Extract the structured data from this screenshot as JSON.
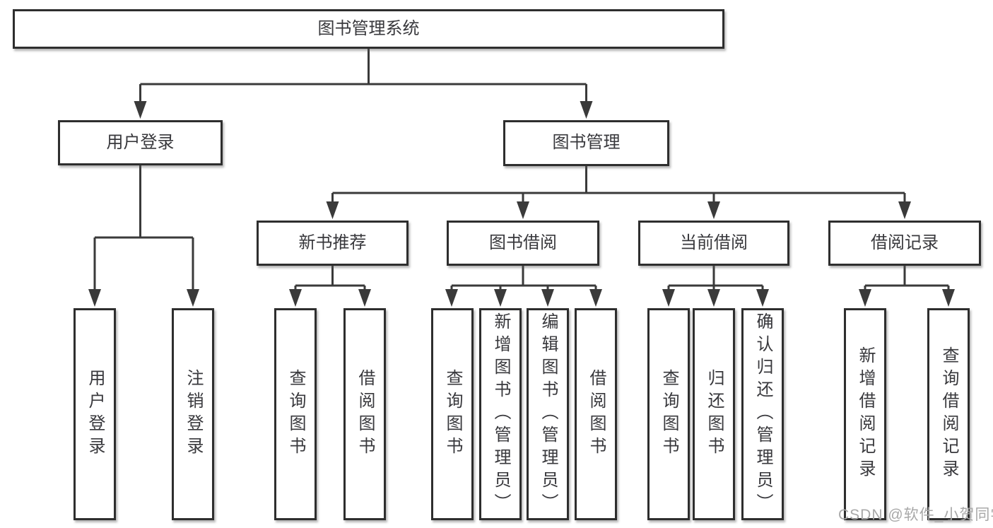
{
  "tree": {
    "root": "图书管理系统",
    "user_login": {
      "label": "用户登录",
      "leaves": [
        "用户登录",
        "注销登录"
      ]
    },
    "book_mgmt": {
      "label": "图书管理",
      "sections": [
        {
          "label": "新书推荐",
          "leaves": [
            "查询图书",
            "借阅图书"
          ]
        },
        {
          "label": "图书借阅",
          "leaves": [
            "查询图书",
            "新增图书（管理员）",
            "编辑图书（管理员）",
            "借阅图书"
          ]
        },
        {
          "label": "当前借阅",
          "leaves": [
            "查询图书",
            "归还图书",
            "确认归还（管理员）"
          ]
        },
        {
          "label": "借阅记录",
          "leaves": [
            "新增借阅记录",
            "查询借阅记录"
          ]
        }
      ]
    }
  },
  "watermark": "CSDN @软件_小贺同学",
  "colors": {
    "line": "#3a3a3a",
    "box_border": "#2e2e2e",
    "box_fill": "#ffffff",
    "text": "#38383c",
    "watermark": "#a8a8a8",
    "background": "#ffffff"
  }
}
